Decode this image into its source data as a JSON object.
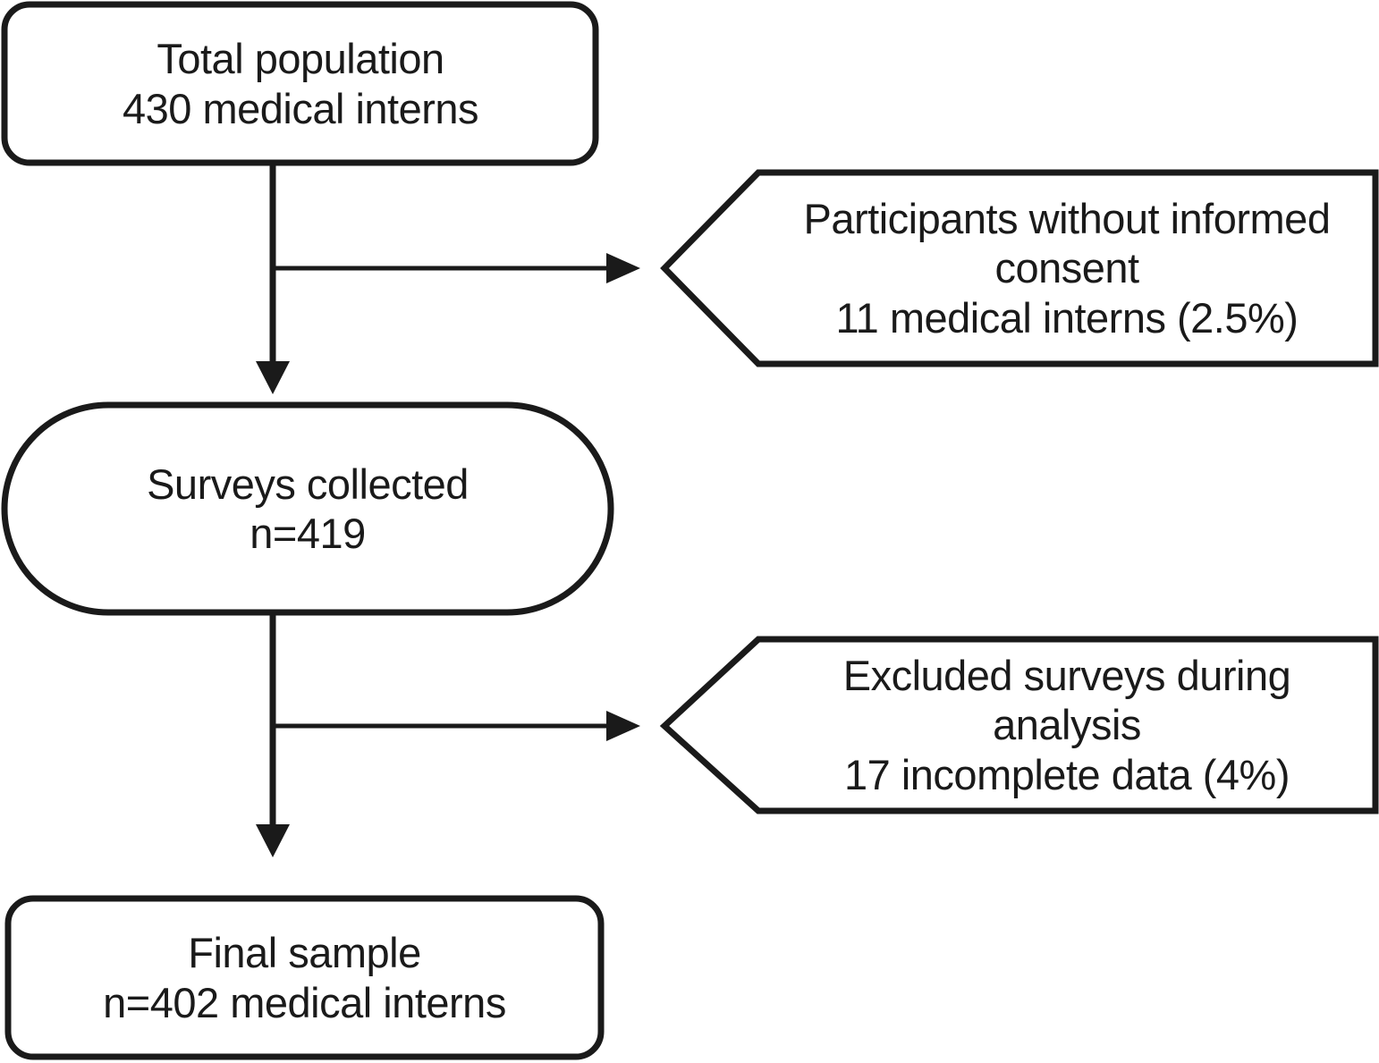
{
  "diagram": {
    "type": "participant-flow-diagram",
    "stroke_color": "#1a1a1a",
    "fill_color": "#ffffff",
    "nodes": {
      "total_population": {
        "shape": "rounded-rectangle",
        "lines": [
          "Total population",
          "430 medical interns"
        ]
      },
      "surveys_collected": {
        "shape": "stadium",
        "lines": [
          "Surveys collected",
          "n=419"
        ]
      },
      "final_sample": {
        "shape": "rounded-rectangle",
        "lines": [
          "Final sample",
          "n=402 medical interns"
        ]
      },
      "excluded_no_consent": {
        "shape": "left-chevron",
        "lines": [
          "Participants without informed",
          "consent",
          "11 medical interns (2.5%)"
        ]
      },
      "excluded_incomplete": {
        "shape": "left-chevron",
        "lines": [
          "Excluded surveys during",
          "analysis",
          "17 incomplete data (4%)"
        ]
      }
    },
    "edges": [
      {
        "from": "total_population",
        "to": "surveys_collected",
        "direction": "down",
        "arrowhead": true
      },
      {
        "from": "total_population",
        "to": "excluded_no_consent",
        "direction": "right",
        "arrowhead": true
      },
      {
        "from": "surveys_collected",
        "to": "final_sample",
        "direction": "down",
        "arrowhead": true
      },
      {
        "from": "surveys_collected",
        "to": "excluded_incomplete",
        "direction": "right",
        "arrowhead": true
      }
    ]
  }
}
